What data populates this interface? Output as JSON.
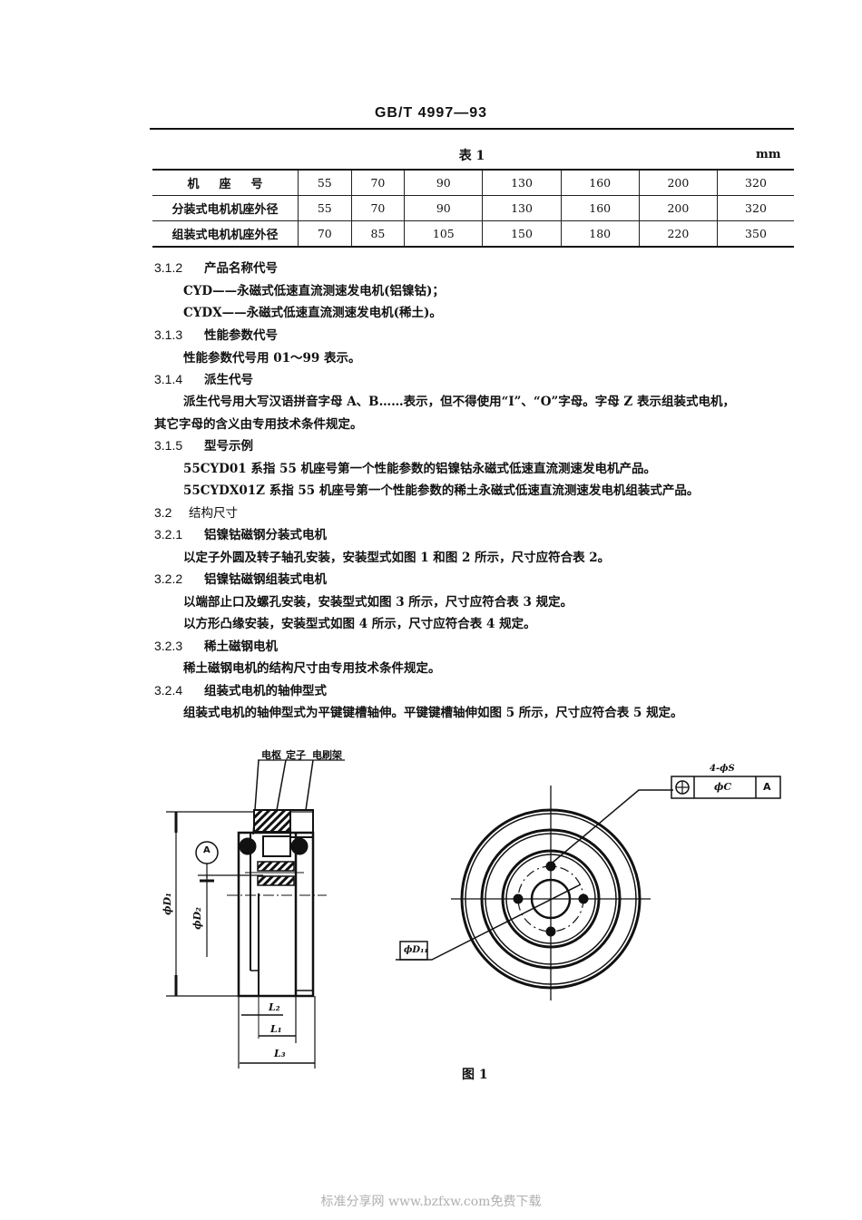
{
  "header": {
    "standard_number": "GB/T 4997—93"
  },
  "table1": {
    "caption": "表 1",
    "unit": "mm",
    "rows": [
      {
        "label": "机座号",
        "values": [
          "55",
          "70",
          "90",
          "130",
          "160",
          "200",
          "320"
        ]
      },
      {
        "label": "分装式电机机座外径",
        "values": [
          "55",
          "70",
          "90",
          "130",
          "160",
          "200",
          "320"
        ]
      },
      {
        "label": "组装式电机机座外径",
        "values": [
          "70",
          "85",
          "105",
          "150",
          "180",
          "220",
          "350"
        ]
      }
    ]
  },
  "sections": {
    "s312": {
      "num": "3.1.2",
      "title": "产品名称代号",
      "lines": [
        "CYD——永磁式低速直流测速发电机(铝镍钴)；",
        "CYDX——永磁式低速直流测速发电机(稀土)。"
      ]
    },
    "s313": {
      "num": "3.1.3",
      "title": "性能参数代号",
      "lines": [
        "性能参数代号用 01～99 表示。"
      ]
    },
    "s314": {
      "num": "3.1.4",
      "title": "派生代号",
      "lines": [
        "派生代号用大写汉语拼音字母 A、B……表示，但不得使用“I”、“O”字母。字母 Z 表示组装式电机，",
        "其它字母的含义由专用技术条件规定。"
      ]
    },
    "s315": {
      "num": "3.1.5",
      "title": "型号示例",
      "lines": [
        "55CYD01 系指 55 机座号第一个性能参数的铝镍钴永磁式低速直流测速发电机产品。",
        "55CYDX01Z 系指 55 机座号第一个性能参数的稀土永磁式低速直流测速发电机组装式产品。"
      ]
    },
    "s32": {
      "num": "3.2",
      "title": "结构尺寸"
    },
    "s321": {
      "num": "3.2.1",
      "title": "铝镍钴磁钢分装式电机",
      "lines": [
        "以定子外圆及转子轴孔安装，安装型式如图 1 和图 2 所示，尺寸应符合表 2。"
      ]
    },
    "s322": {
      "num": "3.2.2",
      "title": "铝镍钴磁钢组装式电机",
      "lines": [
        "以端部止口及螺孔安装，安装型式如图 3 所示，尺寸应符合表 3 规定。",
        "以方形凸缘安装，安装型式如图 4 所示，尺寸应符合表 4 规定。"
      ]
    },
    "s323": {
      "num": "3.2.3",
      "title": "稀土磁钢电机",
      "lines": [
        "稀土磁钢电机的结构尺寸由专用技术条件规定。"
      ]
    },
    "s324": {
      "num": "3.2.4",
      "title": "组装式电机的轴伸型式",
      "lines": [
        "组装式电机的轴伸型式为平键键槽轴伸。平键键槽轴伸如图 5 所示，尺寸应符合表 5 规定。"
      ]
    }
  },
  "figure1": {
    "caption": "图 1",
    "callouts": [
      "电枢",
      "定子",
      "电刷架"
    ],
    "datum_label": "A",
    "dims": {
      "d1": "ϕD₁",
      "d2": "ϕD₂",
      "l1": "L₁",
      "l2": "L₂",
      "l3": "L₃",
      "d11": "ϕD₁₁"
    },
    "tolerance_frame": {
      "symbol": "position",
      "note": "4-ϕS",
      "value": "ϕC",
      "datum": "A"
    }
  },
  "watermark": "标准分享网 www.bzfxw.com免费下载"
}
